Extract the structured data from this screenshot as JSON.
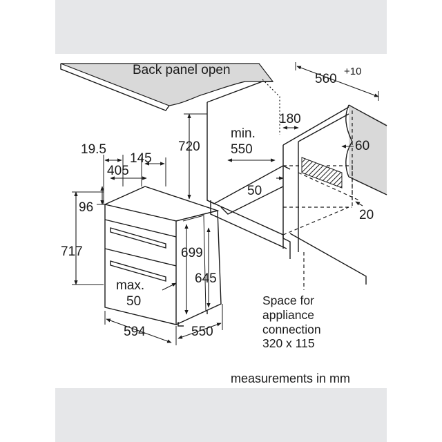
{
  "labels": {
    "back_panel": "Back panel open",
    "dim_560": "560",
    "dim_560_sup": "+10",
    "dim_720": "720",
    "dim_min": "min.",
    "dim_550a": "550",
    "dim_180": "180",
    "dim_60": "60",
    "dim_19_5": "19.5",
    "dim_145": "145",
    "dim_405": "405",
    "dim_50a": "50",
    "dim_96": "96",
    "dim_20": "20",
    "dim_717": "717",
    "dim_699": "699",
    "dim_645": "645",
    "dim_max": "max.",
    "dim_50b": "50",
    "dim_594": "594",
    "dim_550b": "550",
    "space_1": "Space for",
    "space_2": "appliance",
    "space_3": "connection",
    "space_4": "320 x 115",
    "units": "measurements in mm"
  },
  "colors": {
    "background_band": "#e6e7e9",
    "worktop": "#d9d9d9",
    "line": "#1a1a1a"
  }
}
